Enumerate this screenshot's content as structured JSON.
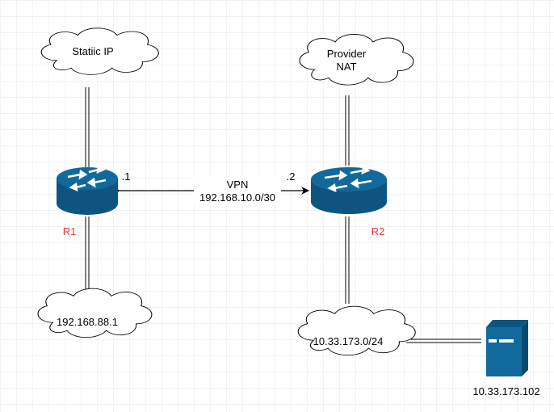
{
  "clouds": {
    "static_ip": "Statiic IP",
    "provider_line1": "Provider",
    "provider_line2": "NAT",
    "lan_r1": "192.168.88.1",
    "lan_r2": "10.33.173.0/24"
  },
  "routers": {
    "r1": "R1",
    "r2": "R2"
  },
  "vpn": {
    "title": "VPN",
    "subnet": "192.168.10.0/30",
    "r1_suffix": ".1",
    "r2_suffix": ".2"
  },
  "server": {
    "ip": "10.33.173.102"
  },
  "colors": {
    "router_fill": "#116a9b",
    "router_dark": "#0d5580",
    "server_fill": "#116a9b",
    "label_red": "#e53935",
    "grid": "#e6e6e6"
  },
  "icons": [
    "cloud-icon",
    "router-icon",
    "server-icon",
    "arrow-icon"
  ]
}
